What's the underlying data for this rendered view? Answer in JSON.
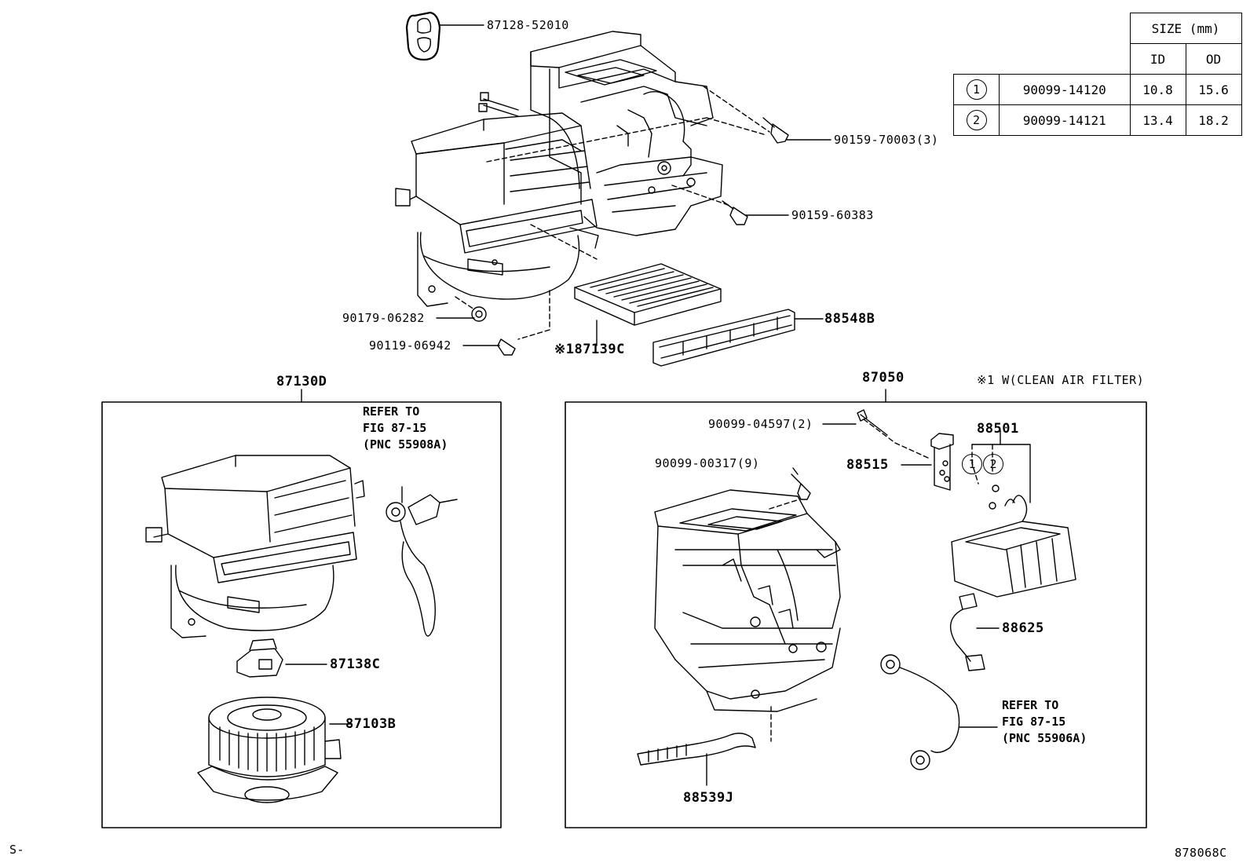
{
  "labels": {
    "p87128": "87128-52010",
    "p90159a": "90159-70003(3)",
    "p90159b": "90159-60383",
    "p90179": "90179-06282",
    "p90119": "90119-06942",
    "p87139": "※187139C",
    "p88548": "88548B",
    "p87130": "87130D",
    "p87050": "87050",
    "note": "※1 W(CLEAN AIR FILTER)",
    "p87138": "87138C",
    "p87103": "87103B",
    "p90099a": "90099-04597(2)",
    "p90099b": "90099-00317(9)",
    "p88515": "88515",
    "p88501": "88501",
    "p88625": "88625",
    "p88539": "88539J",
    "footer_left": "S-",
    "footer_right": "878068C"
  },
  "refer_left": [
    "REFER TO",
    "FIG 87-15",
    "(PNC 55908A)"
  ],
  "refer_right": [
    "REFER TO",
    "FIG 87-15",
    "(PNC 55906A)"
  ],
  "circle_marks": {
    "one": "1",
    "two": "2"
  },
  "size_table": {
    "header": "SIZE (mm)",
    "col_id": "ID",
    "col_od": "OD",
    "rows": [
      {
        "mark": "1",
        "part": "90099-14120",
        "id": "10.8",
        "od": "15.6"
      },
      {
        "mark": "2",
        "part": "90099-14121",
        "id": "13.4",
        "od": "18.2"
      }
    ]
  }
}
